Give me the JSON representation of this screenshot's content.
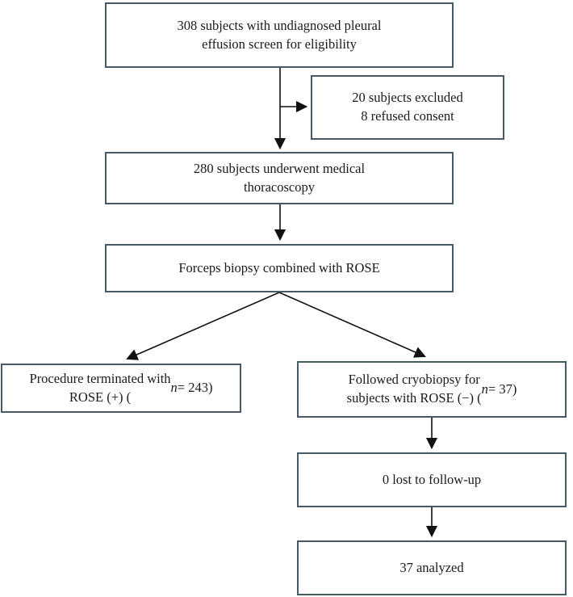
{
  "diagram": {
    "boxes": {
      "screened": {
        "label": "308 subjects with undiagnosed pleural\neffusion screen for eligibility"
      },
      "excluded": {
        "label": "20 subjects excluded\n8 refused consent"
      },
      "thoracoscopy": {
        "label": "280 subjects underwent medical\nthoracoscopy"
      },
      "forceps": {
        "label": "Forceps biopsy combined with ROSE"
      },
      "rose_positive": {
        "label": "Procedure terminated with\nROSE (+) (n = 243)"
      },
      "rose_negative": {
        "label": "Followed cryobiopsy for\nsubjects with ROSE (−) (n = 37)"
      },
      "lost": {
        "label": "0 lost to follow-up"
      },
      "analyzed": {
        "label": "37 analyzed"
      }
    },
    "colors": {
      "box_border": "#455a64",
      "arrow": "#111111",
      "text": "#1a1a1a",
      "background": "#ffffff"
    }
  }
}
